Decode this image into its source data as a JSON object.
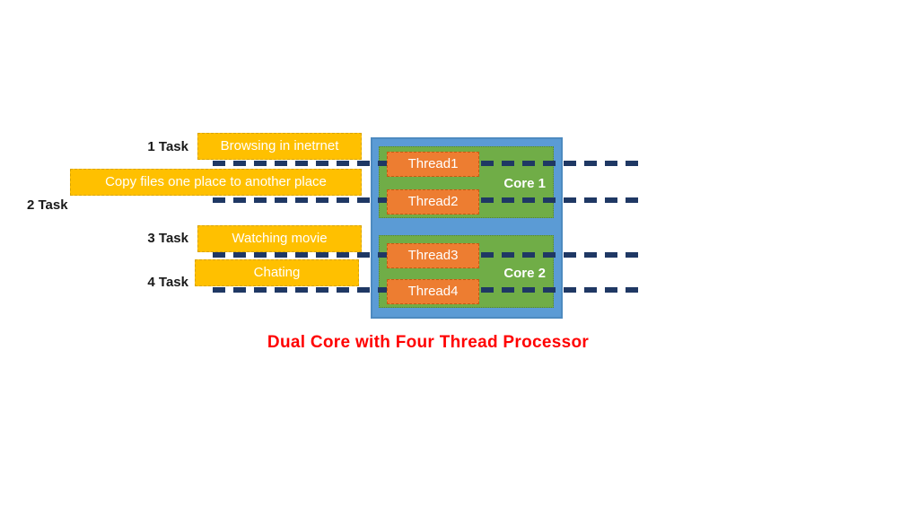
{
  "diagram": {
    "title": "Dual Core with Four Thread Processor",
    "tasks": [
      {
        "label": "1 Task",
        "name": "Browsing in inetrnet"
      },
      {
        "label": "2 Task",
        "name": "Copy files one place to another place"
      },
      {
        "label": "3 Task",
        "name": "Watching movie"
      },
      {
        "label": "4 Task",
        "name": "Chating"
      }
    ],
    "processor": {
      "cores": [
        {
          "label": "Core 1",
          "threads": [
            "Thread1",
            "Thread2"
          ]
        },
        {
          "label": "Core 2",
          "threads": [
            "Thread3",
            "Thread4"
          ]
        }
      ]
    },
    "colors": {
      "task_box_fill": "#FFC000",
      "thread_box_fill": "#ED7D31",
      "core_box_fill": "#70AD47",
      "processor_box_fill": "#5B9BD5",
      "connector_line": "#1F3864",
      "title_text": "#FF0000",
      "task_label_text": "#000000",
      "box_text": "#FFFFFF"
    }
  }
}
